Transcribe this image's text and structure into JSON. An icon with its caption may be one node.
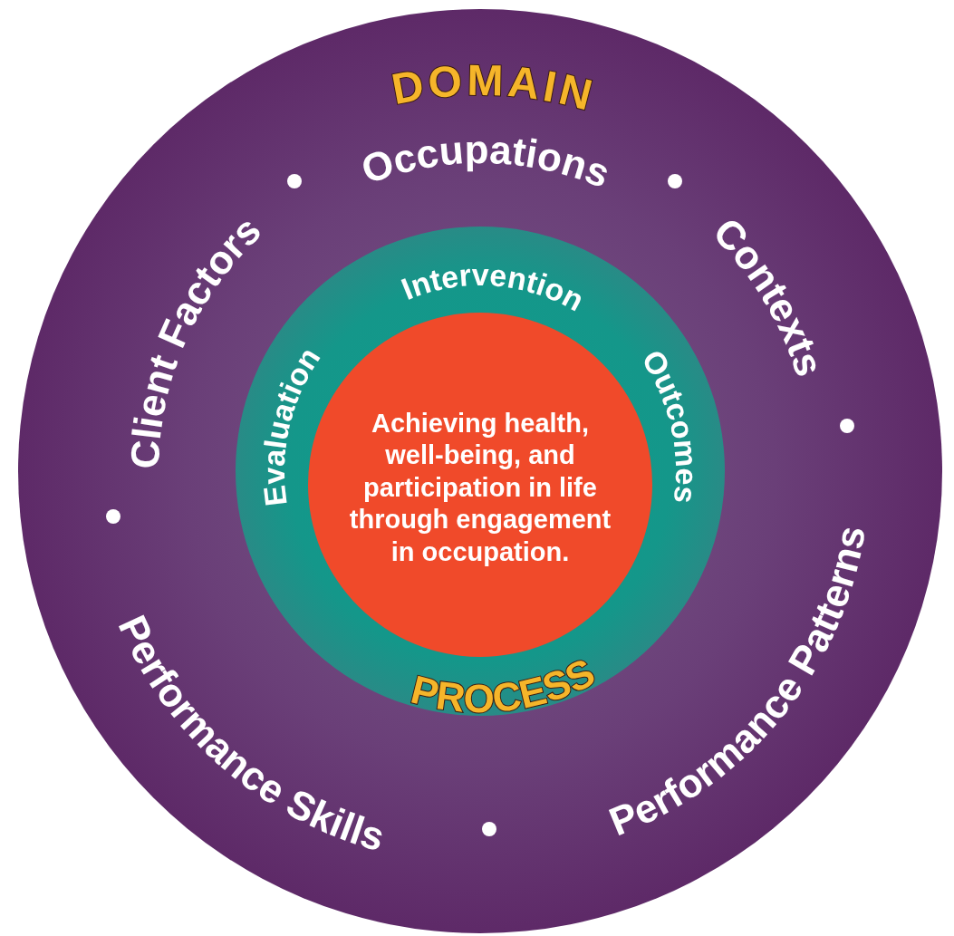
{
  "diagram": {
    "nodes": [
      {
        "text": [
          "DOMAIN",
          "Occupations",
          "Client Factors",
          "Contexts",
          "Performance Skills",
          "Performance Patterns"
        ]
      },
      {
        "text": [
          "Intervention",
          "Evaluation",
          "Outcomes",
          "PROCESS"
        ],
        "in": 0
      },
      {
        "text": [
          "Achieving health, well-being, and participation in life through engagement in occupation."
        ],
        "in": 1
      }
    ]
  }
}
